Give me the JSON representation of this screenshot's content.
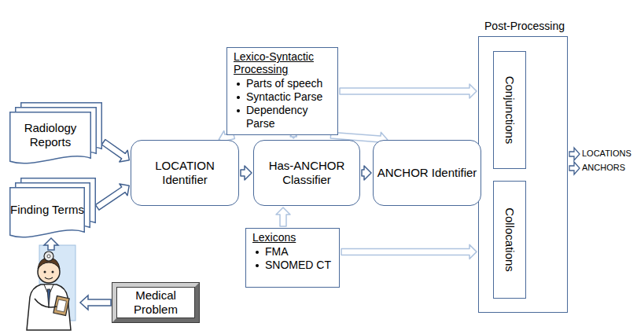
{
  "diagram": {
    "nodes": [
      {
        "text": [
          "Lexico-Syntactic Processing",
          "Parts of speech",
          "Syntactic Parse",
          "Dependency Parse"
        ]
      },
      {
        "text": [
          "Post-Processing"
        ]
      },
      {
        "text": [
          "Conjunctions"
        ],
        "in": 1
      },
      {
        "text": [
          "Collocations"
        ],
        "in": 1
      },
      {
        "text": [
          "Radiology Reports"
        ]
      },
      {
        "text": [
          "Finding Terms"
        ]
      },
      {
        "text": [
          "LOCATION Identifier"
        ]
      },
      {
        "text": [
          "Has-ANCHOR Classifier"
        ]
      },
      {
        "text": [
          "ANCHOR Identifier"
        ]
      },
      {
        "text": [
          "Lexicons",
          "FMA",
          "SNOMED CT"
        ]
      },
      {
        "text": [
          "Medical Problem"
        ]
      }
    ],
    "edges": [
      {
        "from": 4,
        "to": 6,
        "arrow": "to"
      },
      {
        "from": 5,
        "to": 6,
        "arrow": "to"
      },
      {
        "from": 6,
        "to": 7,
        "arrow": "to"
      },
      {
        "from": 7,
        "to": 8,
        "arrow": "to"
      },
      {
        "from": 8,
        "to": 1,
        "arrow": "to"
      },
      {
        "from": 0,
        "to": 6,
        "arrow": "to"
      },
      {
        "from": 0,
        "to": 7,
        "arrow": "to"
      },
      {
        "from": 0,
        "to": 8,
        "arrow": "to"
      },
      {
        "from": 0,
        "to": 1,
        "arrow": "to"
      },
      {
        "from": 9,
        "to": 7,
        "arrow": "to"
      },
      {
        "from": 9,
        "to": 1,
        "arrow": "to"
      }
    ],
    "labels": [
      "LOCATIONS",
      "ANCHORS"
    ]
  }
}
